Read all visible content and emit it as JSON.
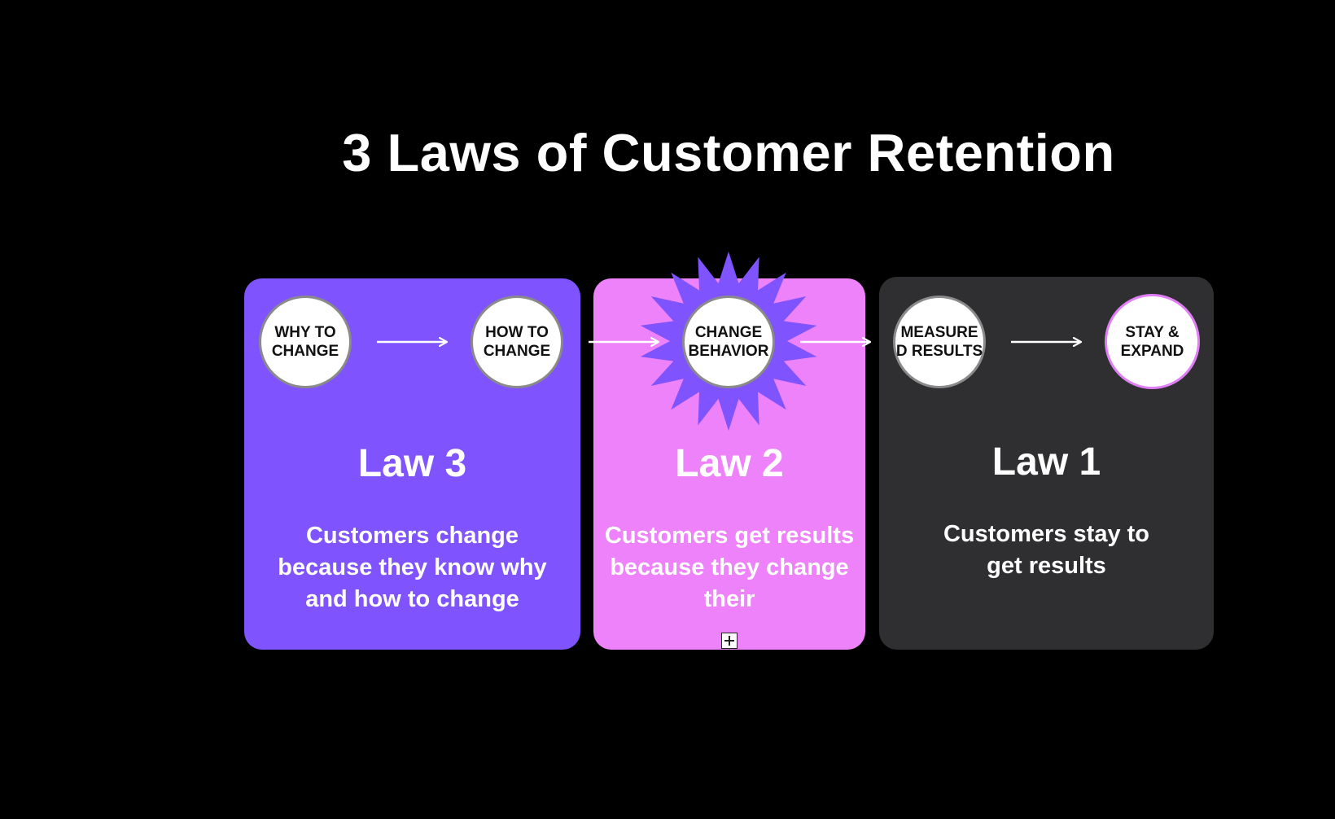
{
  "title": "3 Laws of Customer Retention",
  "colors": {
    "background": "#000000",
    "law3_card": "#7f53fe",
    "law2_card": "#ee82fb",
    "law1_card": "#2f2e31",
    "burst": "#7f53fe",
    "node_fill": "#ffffff",
    "arrow": "#ffffff"
  },
  "cards": [
    {
      "id": "law3",
      "title": "Law 3",
      "description": "Customers change because they know why and how to change"
    },
    {
      "id": "law2",
      "title": "Law 2",
      "description": "Customers get results because they change their"
    },
    {
      "id": "law1",
      "title": "Law 1",
      "description": "Customers stay to get results"
    }
  ],
  "nodes": [
    {
      "id": "why",
      "label": "WHY TO\nCHANGE"
    },
    {
      "id": "how",
      "label": "HOW TO\nCHANGE"
    },
    {
      "id": "change",
      "label": "CHANGE\nBEHAVIOR"
    },
    {
      "id": "measure",
      "label": "MEASURE\nD RESULTS"
    },
    {
      "id": "stay",
      "label": "STAY &\nEXPAND"
    }
  ],
  "icons": {
    "burst": "starburst-icon",
    "arrow": "right-arrow-icon",
    "add": "plus-square-icon"
  }
}
